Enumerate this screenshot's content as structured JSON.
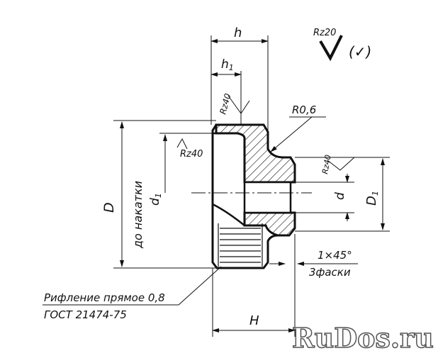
{
  "labels": {
    "h": "h",
    "h1": "h",
    "h1_sub": "1",
    "rz20": "Rz20",
    "rz20_paren": "(✓)",
    "rz40_top": "Rz40",
    "rz40_left": "Rz40",
    "rz40_right": "Rz40",
    "r06": "R0,6",
    "D": "D",
    "do_nakatki": "до накатки",
    "d1": "d",
    "d1_sub": "1",
    "d": "d",
    "D1": "D",
    "D1_sub": "1",
    "chamfer": "1×45°",
    "chamfer_count": "3фаски",
    "knurl": "Рифление прямое 0,8",
    "gost": "ГОСТ 21474-75",
    "H": "H"
  },
  "watermark": "RuDos.ru"
}
